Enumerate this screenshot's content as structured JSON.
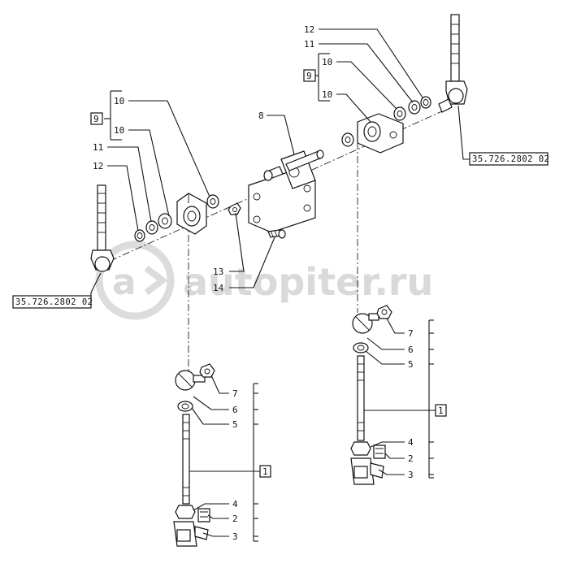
{
  "watermark": {
    "text": "autopiter.ru"
  },
  "references": {
    "left": "35.726.2802 02",
    "right": "35.726.2802 02"
  },
  "callouts": {
    "upper_left": {
      "box": "9",
      "a": "10",
      "b": "10",
      "c": "11",
      "d": "12"
    },
    "upper_right": {
      "box": "9",
      "a": "12",
      "b": "11",
      "c": "10",
      "d": "10"
    },
    "center": {
      "bracket": "8",
      "screw": "13",
      "nut": "14"
    },
    "lower_left": {
      "n7": "7",
      "n6": "6",
      "n5": "5",
      "box": "1",
      "n4": "4",
      "n2": "2",
      "n3": "3"
    },
    "lower_right": {
      "n7": "7",
      "n6": "6",
      "n5": "5",
      "box": "1",
      "n4": "4",
      "n2": "2",
      "n3": "3"
    }
  }
}
